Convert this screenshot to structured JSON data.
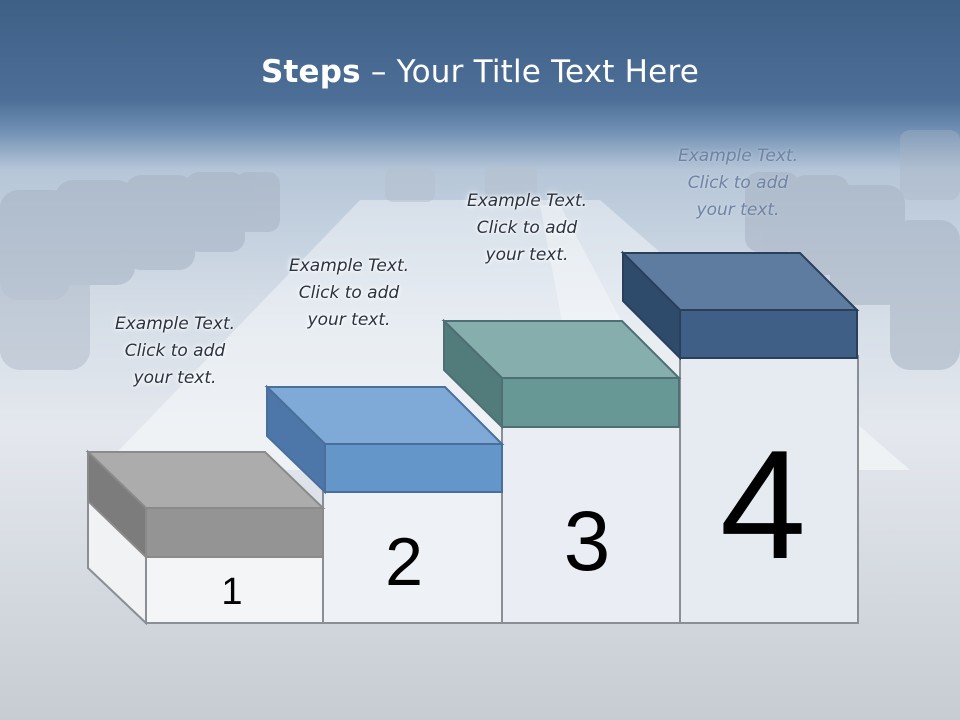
{
  "title": {
    "bold": "Steps",
    "rest": " – Your Title Text Here"
  },
  "steps": [
    {
      "number": "1",
      "caption": [
        "Example Text.",
        "Click  to add",
        "your text."
      ],
      "color": "#8f8f8f"
    },
    {
      "number": "2",
      "caption": [
        "Example Text.",
        "Click  to add",
        "your text."
      ],
      "color": "#5b8fc6"
    },
    {
      "number": "3",
      "caption": [
        "Example Text.",
        "Click  to add",
        "your text."
      ],
      "color": "#659896"
    },
    {
      "number": "4",
      "caption": [
        "Example Text.",
        "Click  to add",
        "your text."
      ],
      "color": "#3f5f85"
    }
  ]
}
